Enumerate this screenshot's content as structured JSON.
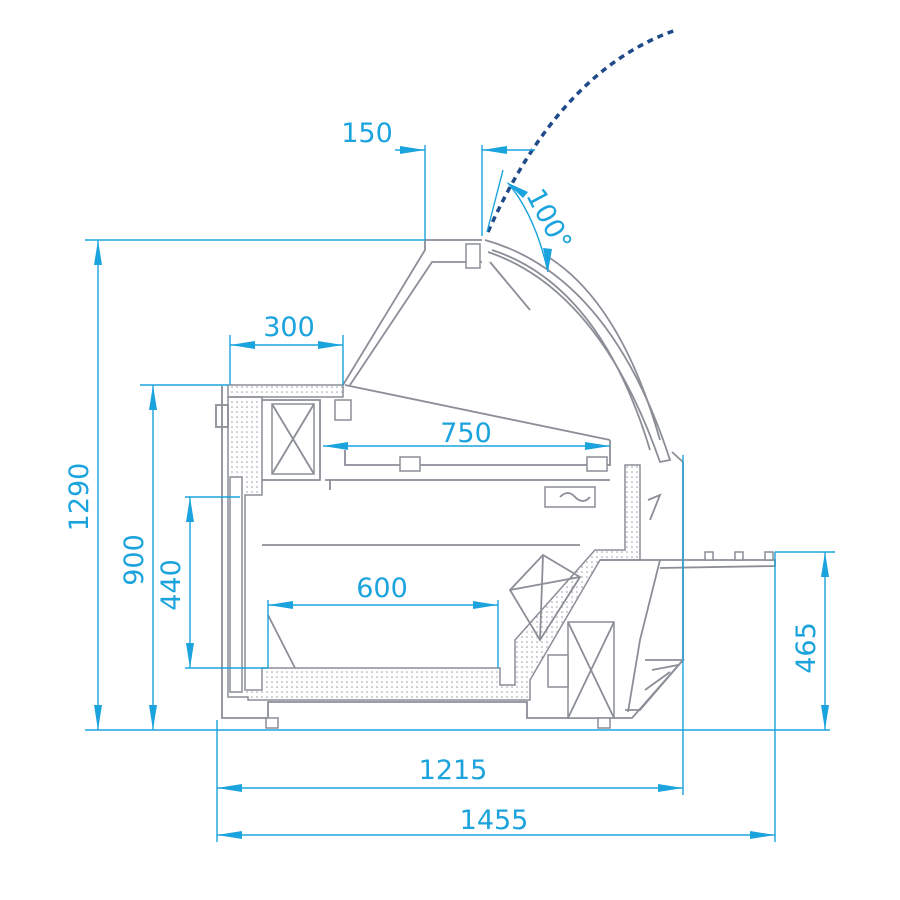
{
  "title": "Display counter side section",
  "dimensions": {
    "glass_top_depth": "150",
    "door_opening_angle": "100°",
    "top_shelf_depth": "300",
    "shelf_depth": "750",
    "total_height": "1290",
    "counter_height": "900",
    "interior_height": "440",
    "interior_depth": "600",
    "service_shelf_height": "465",
    "body_depth": "1215",
    "total_depth": "1455"
  },
  "colors": {
    "dimension": "#1ba3dd",
    "outline": "#8b8e97",
    "door_open": "#1e4a8a"
  }
}
